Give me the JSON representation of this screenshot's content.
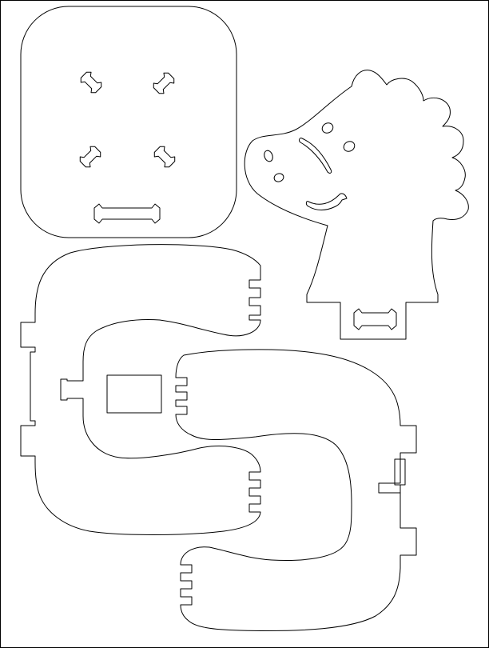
{
  "sheet": {
    "stroke_color": "#000000",
    "background_color": "#ffffff",
    "pieces": [
      {
        "name": "square-base-plate",
        "features": [
          "diamond-slot",
          "diamond-slot",
          "diamond-slot",
          "diamond-slot",
          "tab-slot"
        ]
      },
      {
        "name": "horse-head",
        "features": [
          "eye",
          "eye",
          "nostril",
          "nostril",
          "brow",
          "mouth",
          "mane",
          "tab-slot"
        ]
      },
      {
        "name": "upper-s-body",
        "features": [
          "toe-notches",
          "toe-notches",
          "window",
          "tab"
        ]
      },
      {
        "name": "lower-s-body",
        "features": [
          "toe-notches",
          "toe-notches",
          "tab"
        ]
      }
    ]
  }
}
